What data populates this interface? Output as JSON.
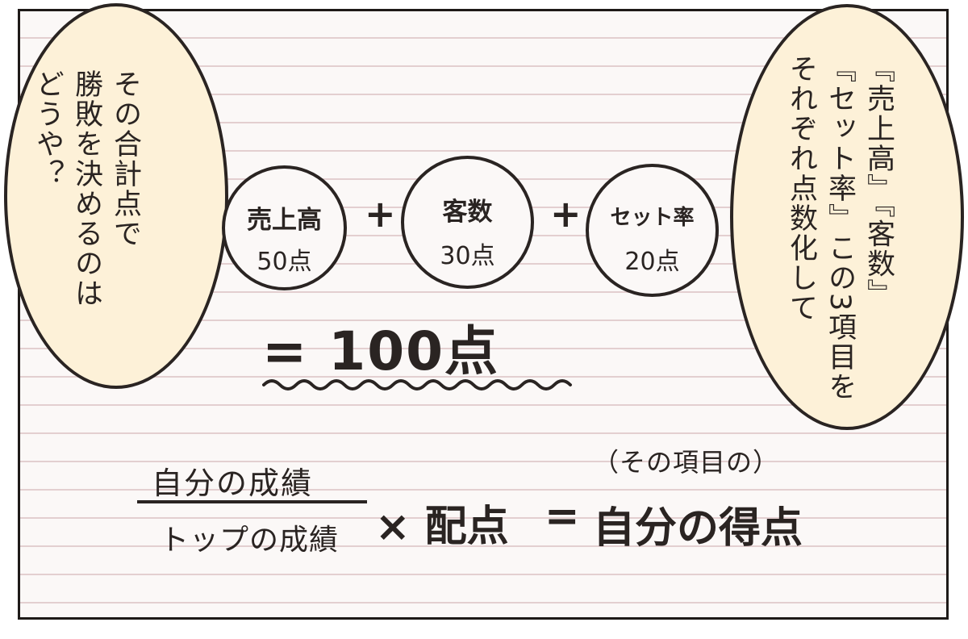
{
  "speech_left": {
    "lines": [
      "その合計点で",
      "勝敗を決めるのは",
      "どうや？"
    ]
  },
  "speech_right": {
    "lines": [
      "『売上高』『客数』",
      "『セット率』この3項目を",
      "それぞれ点数化して"
    ]
  },
  "scores": [
    {
      "name": "売上高",
      "points": "50点"
    },
    {
      "name": "客数",
      "points": "30点"
    },
    {
      "name": "セット率",
      "points": "20点"
    }
  ],
  "plus_sign": "+",
  "total": "= 100点",
  "formula": {
    "numerator": "自分の成績",
    "denominator": "トップの成績",
    "multiplier": "× 配点",
    "equals": "=",
    "result_note": "（その項目の）",
    "result": "自分の得点"
  },
  "colors": {
    "bubble_fill": "#fdf1d8",
    "ink": "#2a2422",
    "ruled_line": "#e3cfd0"
  }
}
